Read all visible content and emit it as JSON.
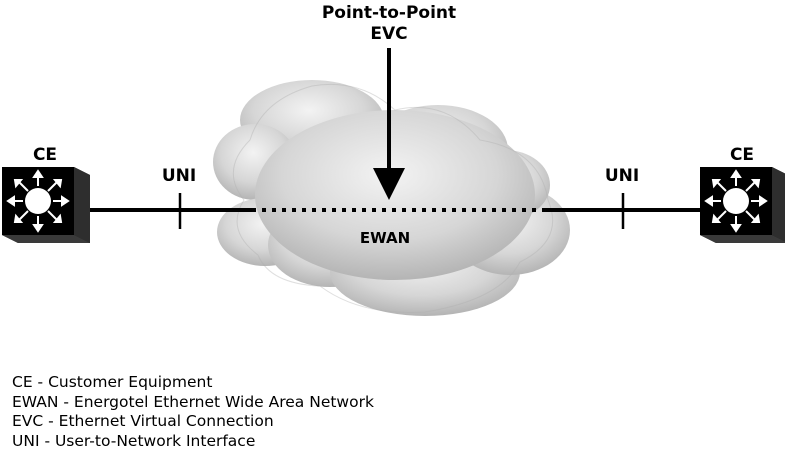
{
  "diagram": {
    "title_line1": "Point-to-Point",
    "title_line2": "EVC",
    "network_label": "EWAN",
    "ce_left_label": "CE",
    "ce_right_label": "CE",
    "uni_left_label": "UNI",
    "uni_right_label": "UNI",
    "ce_icon": "router-icon"
  },
  "legend": [
    "CE - Customer Equipment",
    "EWAN - Energotel Ethernet Wide Area Network",
    "EVC - Ethernet Virtual Connection",
    "UNI - User-to-Network Interface"
  ]
}
